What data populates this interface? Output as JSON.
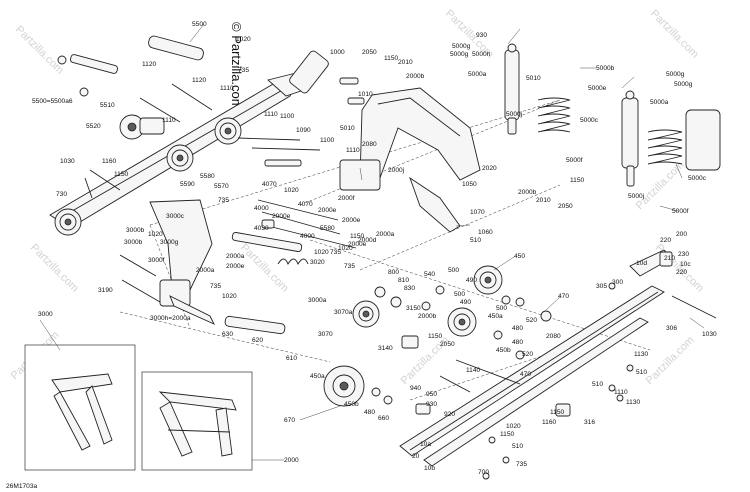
{
  "watermark": {
    "brand": "© Partzilla.com",
    "repeat": "Partzilla.com"
  },
  "figure_code": "26M1703a",
  "labels": [
    {
      "id": "5500",
      "text": "5500"
    },
    {
      "id": "1020a",
      "text": "1020"
    },
    {
      "id": "735a",
      "text": "735"
    },
    {
      "id": "1120a",
      "text": "1120"
    },
    {
      "id": "1120b",
      "text": "1120"
    },
    {
      "id": "5500e",
      "text": "5500=5500a6"
    },
    {
      "id": "5510",
      "text": "5510"
    },
    {
      "id": "5520",
      "text": "5520"
    },
    {
      "id": "1110a",
      "text": "1110"
    },
    {
      "id": "1110b",
      "text": "1110"
    },
    {
      "id": "1100",
      "text": "1100"
    },
    {
      "id": "1110c",
      "text": "1110"
    },
    {
      "id": "1090",
      "text": "1090"
    },
    {
      "id": "1100b",
      "text": "1100"
    },
    {
      "id": "1000",
      "text": "1000"
    },
    {
      "id": "2050a",
      "text": "2050"
    },
    {
      "id": "1150a",
      "text": "1150"
    },
    {
      "id": "2010a",
      "text": "2010"
    },
    {
      "id": "2000b",
      "text": "2000b"
    },
    {
      "id": "1010",
      "text": "1010"
    },
    {
      "id": "5010a",
      "text": "5010"
    },
    {
      "id": "1110d",
      "text": "1110"
    },
    {
      "id": "2080",
      "text": "2080"
    },
    {
      "id": "930",
      "text": "930"
    },
    {
      "id": "5000g1",
      "text": "5000g"
    },
    {
      "id": "5000g2",
      "text": "5000g"
    },
    {
      "id": "5000h",
      "text": "5000h"
    },
    {
      "id": "5000a",
      "text": "5000a"
    },
    {
      "id": "5010b",
      "text": "5010"
    },
    {
      "id": "5000b",
      "text": "5000b"
    },
    {
      "id": "5000e",
      "text": "5000e"
    },
    {
      "id": "5000j1",
      "text": "5000j"
    },
    {
      "id": "5000c1",
      "text": "5000c"
    },
    {
      "id": "5000f1",
      "text": "5000f"
    },
    {
      "id": "5000g3",
      "text": "5000g"
    },
    {
      "id": "5000g4",
      "text": "5000g"
    },
    {
      "id": "5000a2",
      "text": "5000a"
    },
    {
      "id": "5000c2",
      "text": "5000c"
    },
    {
      "id": "5000j2",
      "text": "5000j"
    },
    {
      "id": "5000f2",
      "text": "5000f"
    },
    {
      "id": "1030a",
      "text": "1030"
    },
    {
      "id": "1160",
      "text": "1160"
    },
    {
      "id": "1150b",
      "text": "1150"
    },
    {
      "id": "730",
      "text": "730"
    },
    {
      "id": "5590",
      "text": "5590"
    },
    {
      "id": "5580",
      "text": "5580"
    },
    {
      "id": "5570",
      "text": "5570"
    },
    {
      "id": "735b",
      "text": "735"
    },
    {
      "id": "3000c",
      "text": "3000c"
    },
    {
      "id": "3000b1",
      "text": "3000b"
    },
    {
      "id": "1020b",
      "text": "1020"
    },
    {
      "id": "3000g",
      "text": "3000g"
    },
    {
      "id": "3000b2",
      "text": "3000b"
    },
    {
      "id": "3000f",
      "text": "3000f"
    },
    {
      "id": "4070a",
      "text": "4070"
    },
    {
      "id": "1020c",
      "text": "1020"
    },
    {
      "id": "4000a",
      "text": "4000"
    },
    {
      "id": "2000e1",
      "text": "2000e"
    },
    {
      "id": "4030",
      "text": "4030"
    },
    {
      "id": "4070b",
      "text": "4070"
    },
    {
      "id": "2000e2",
      "text": "2000e"
    },
    {
      "id": "5580b",
      "text": "5580"
    },
    {
      "id": "4000b",
      "text": "4000"
    },
    {
      "id": "1020d",
      "text": "1020"
    },
    {
      "id": "735c",
      "text": "735"
    },
    {
      "id": "2000e3",
      "text": "2000e"
    },
    {
      "id": "2000e4",
      "text": "2000e"
    },
    {
      "id": "1150c",
      "text": "1150"
    },
    {
      "id": "2000d",
      "text": "2000d"
    },
    {
      "id": "1020e",
      "text": "1020"
    },
    {
      "id": "2000a1",
      "text": "2000a"
    },
    {
      "id": "2000f",
      "text": "2000f"
    },
    {
      "id": "2000j",
      "text": "2000j"
    },
    {
      "id": "2000b2",
      "text": "2000b"
    },
    {
      "id": "2010b",
      "text": "2010"
    },
    {
      "id": "2050b",
      "text": "2050"
    },
    {
      "id": "1150d",
      "text": "1150"
    },
    {
      "id": "2020",
      "text": "2020"
    },
    {
      "id": "1050",
      "text": "1050"
    },
    {
      "id": "1070",
      "text": "1070"
    },
    {
      "id": "1060",
      "text": "1060"
    },
    {
      "id": "510a",
      "text": "510"
    },
    {
      "id": "2000a2",
      "text": "2000a"
    },
    {
      "id": "2000e5",
      "text": "2000e"
    },
    {
      "id": "2000a3",
      "text": "2000a"
    },
    {
      "id": "3190",
      "text": "3190"
    },
    {
      "id": "735d",
      "text": "735"
    },
    {
      "id": "1020f",
      "text": "1020"
    },
    {
      "id": "3000h",
      "text": "3000h=2000a"
    },
    {
      "id": "3020",
      "text": "3020"
    },
    {
      "id": "735e",
      "text": "735"
    },
    {
      "id": "800",
      "text": "800"
    },
    {
      "id": "810",
      "text": "810"
    },
    {
      "id": "830",
      "text": "830"
    },
    {
      "id": "540",
      "text": "540"
    },
    {
      "id": "500a",
      "text": "500"
    },
    {
      "id": "490a",
      "text": "490"
    },
    {
      "id": "450",
      "text": "450"
    },
    {
      "id": "3000a",
      "text": "3000a"
    },
    {
      "id": "3070a",
      "text": "3070a"
    },
    {
      "id": "3070b",
      "text": "3070"
    },
    {
      "id": "3150",
      "text": "3150"
    },
    {
      "id": "2000b3",
      "text": "2000b"
    },
    {
      "id": "3140",
      "text": "3140"
    },
    {
      "id": "500b",
      "text": "500"
    },
    {
      "id": "490b",
      "text": "490"
    },
    {
      "id": "500c",
      "text": "500"
    },
    {
      "id": "450a1",
      "text": "450a"
    },
    {
      "id": "480a",
      "text": "480"
    },
    {
      "id": "520a",
      "text": "520"
    },
    {
      "id": "480b",
      "text": "480"
    },
    {
      "id": "450b1",
      "text": "450b"
    },
    {
      "id": "470a",
      "text": "470"
    },
    {
      "id": "2080b",
      "text": "2080"
    },
    {
      "id": "520b",
      "text": "520"
    },
    {
      "id": "1150e",
      "text": "1150"
    },
    {
      "id": "2050c",
      "text": "2050"
    },
    {
      "id": "630",
      "text": "630"
    },
    {
      "id": "620",
      "text": "620"
    },
    {
      "id": "610",
      "text": "610"
    },
    {
      "id": "450a2",
      "text": "450a"
    },
    {
      "id": "470b",
      "text": "470"
    },
    {
      "id": "3000",
      "text": "3000"
    },
    {
      "id": "2000",
      "text": "2000"
    },
    {
      "id": "450b2",
      "text": "450b"
    },
    {
      "id": "480c",
      "text": "480"
    },
    {
      "id": "670",
      "text": "670"
    },
    {
      "id": "660",
      "text": "660"
    },
    {
      "id": "940",
      "text": "940"
    },
    {
      "id": "950",
      "text": "950"
    },
    {
      "id": "930b",
      "text": "930"
    },
    {
      "id": "920",
      "text": "920"
    },
    {
      "id": "1140",
      "text": "1140"
    },
    {
      "id": "10d",
      "text": "10d"
    },
    {
      "id": "220a",
      "text": "220"
    },
    {
      "id": "200",
      "text": "200"
    },
    {
      "id": "210",
      "text": "210"
    },
    {
      "id": "230",
      "text": "230"
    },
    {
      "id": "10c",
      "text": "10c"
    },
    {
      "id": "220b",
      "text": "220"
    },
    {
      "id": "305",
      "text": "305"
    },
    {
      "id": "300",
      "text": "300"
    },
    {
      "id": "306",
      "text": "306"
    },
    {
      "id": "1030b",
      "text": "1030"
    },
    {
      "id": "1130a",
      "text": "1130"
    },
    {
      "id": "510b",
      "text": "510"
    },
    {
      "id": "1110e",
      "text": "1110"
    },
    {
      "id": "1130b",
      "text": "1130"
    },
    {
      "id": "510c",
      "text": "510"
    },
    {
      "id": "1150f",
      "text": "1150"
    },
    {
      "id": "1160b",
      "text": "1160"
    },
    {
      "id": "316",
      "text": "316"
    },
    {
      "id": "1020g",
      "text": "1020"
    },
    {
      "id": "1150g",
      "text": "1150"
    },
    {
      "id": "10a",
      "text": "10a"
    },
    {
      "id": "20",
      "text": "20"
    },
    {
      "id": "10b",
      "text": "10b"
    },
    {
      "id": "510d",
      "text": "510"
    },
    {
      "id": "700",
      "text": "700"
    },
    {
      "id": "735f",
      "text": "735"
    }
  ]
}
